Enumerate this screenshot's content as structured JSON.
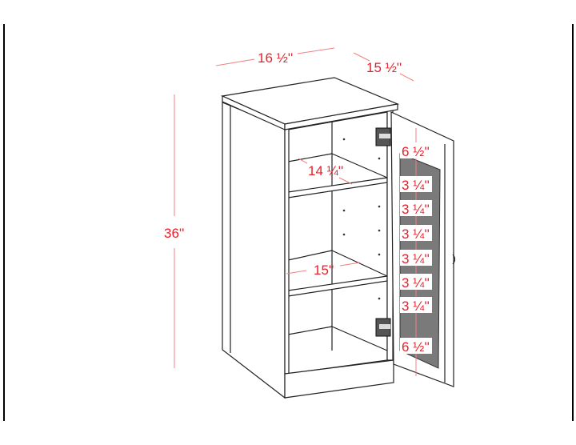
{
  "dimensions": {
    "width": "16 ½''",
    "depth": "15 ½''",
    "height": "36''",
    "shelf_depth": "14 ¼''",
    "interior_width": "15''",
    "door_spacing": [
      "6 ½''",
      "3 ¼''",
      "3 ¼''",
      "3 ¼''",
      "3 ¼''",
      "3 ¼''",
      "3 ¼''",
      "6 ½''"
    ]
  },
  "colors": {
    "dimension": "#e8202a",
    "glass": "#7a7a7a",
    "line": "#222222"
  }
}
